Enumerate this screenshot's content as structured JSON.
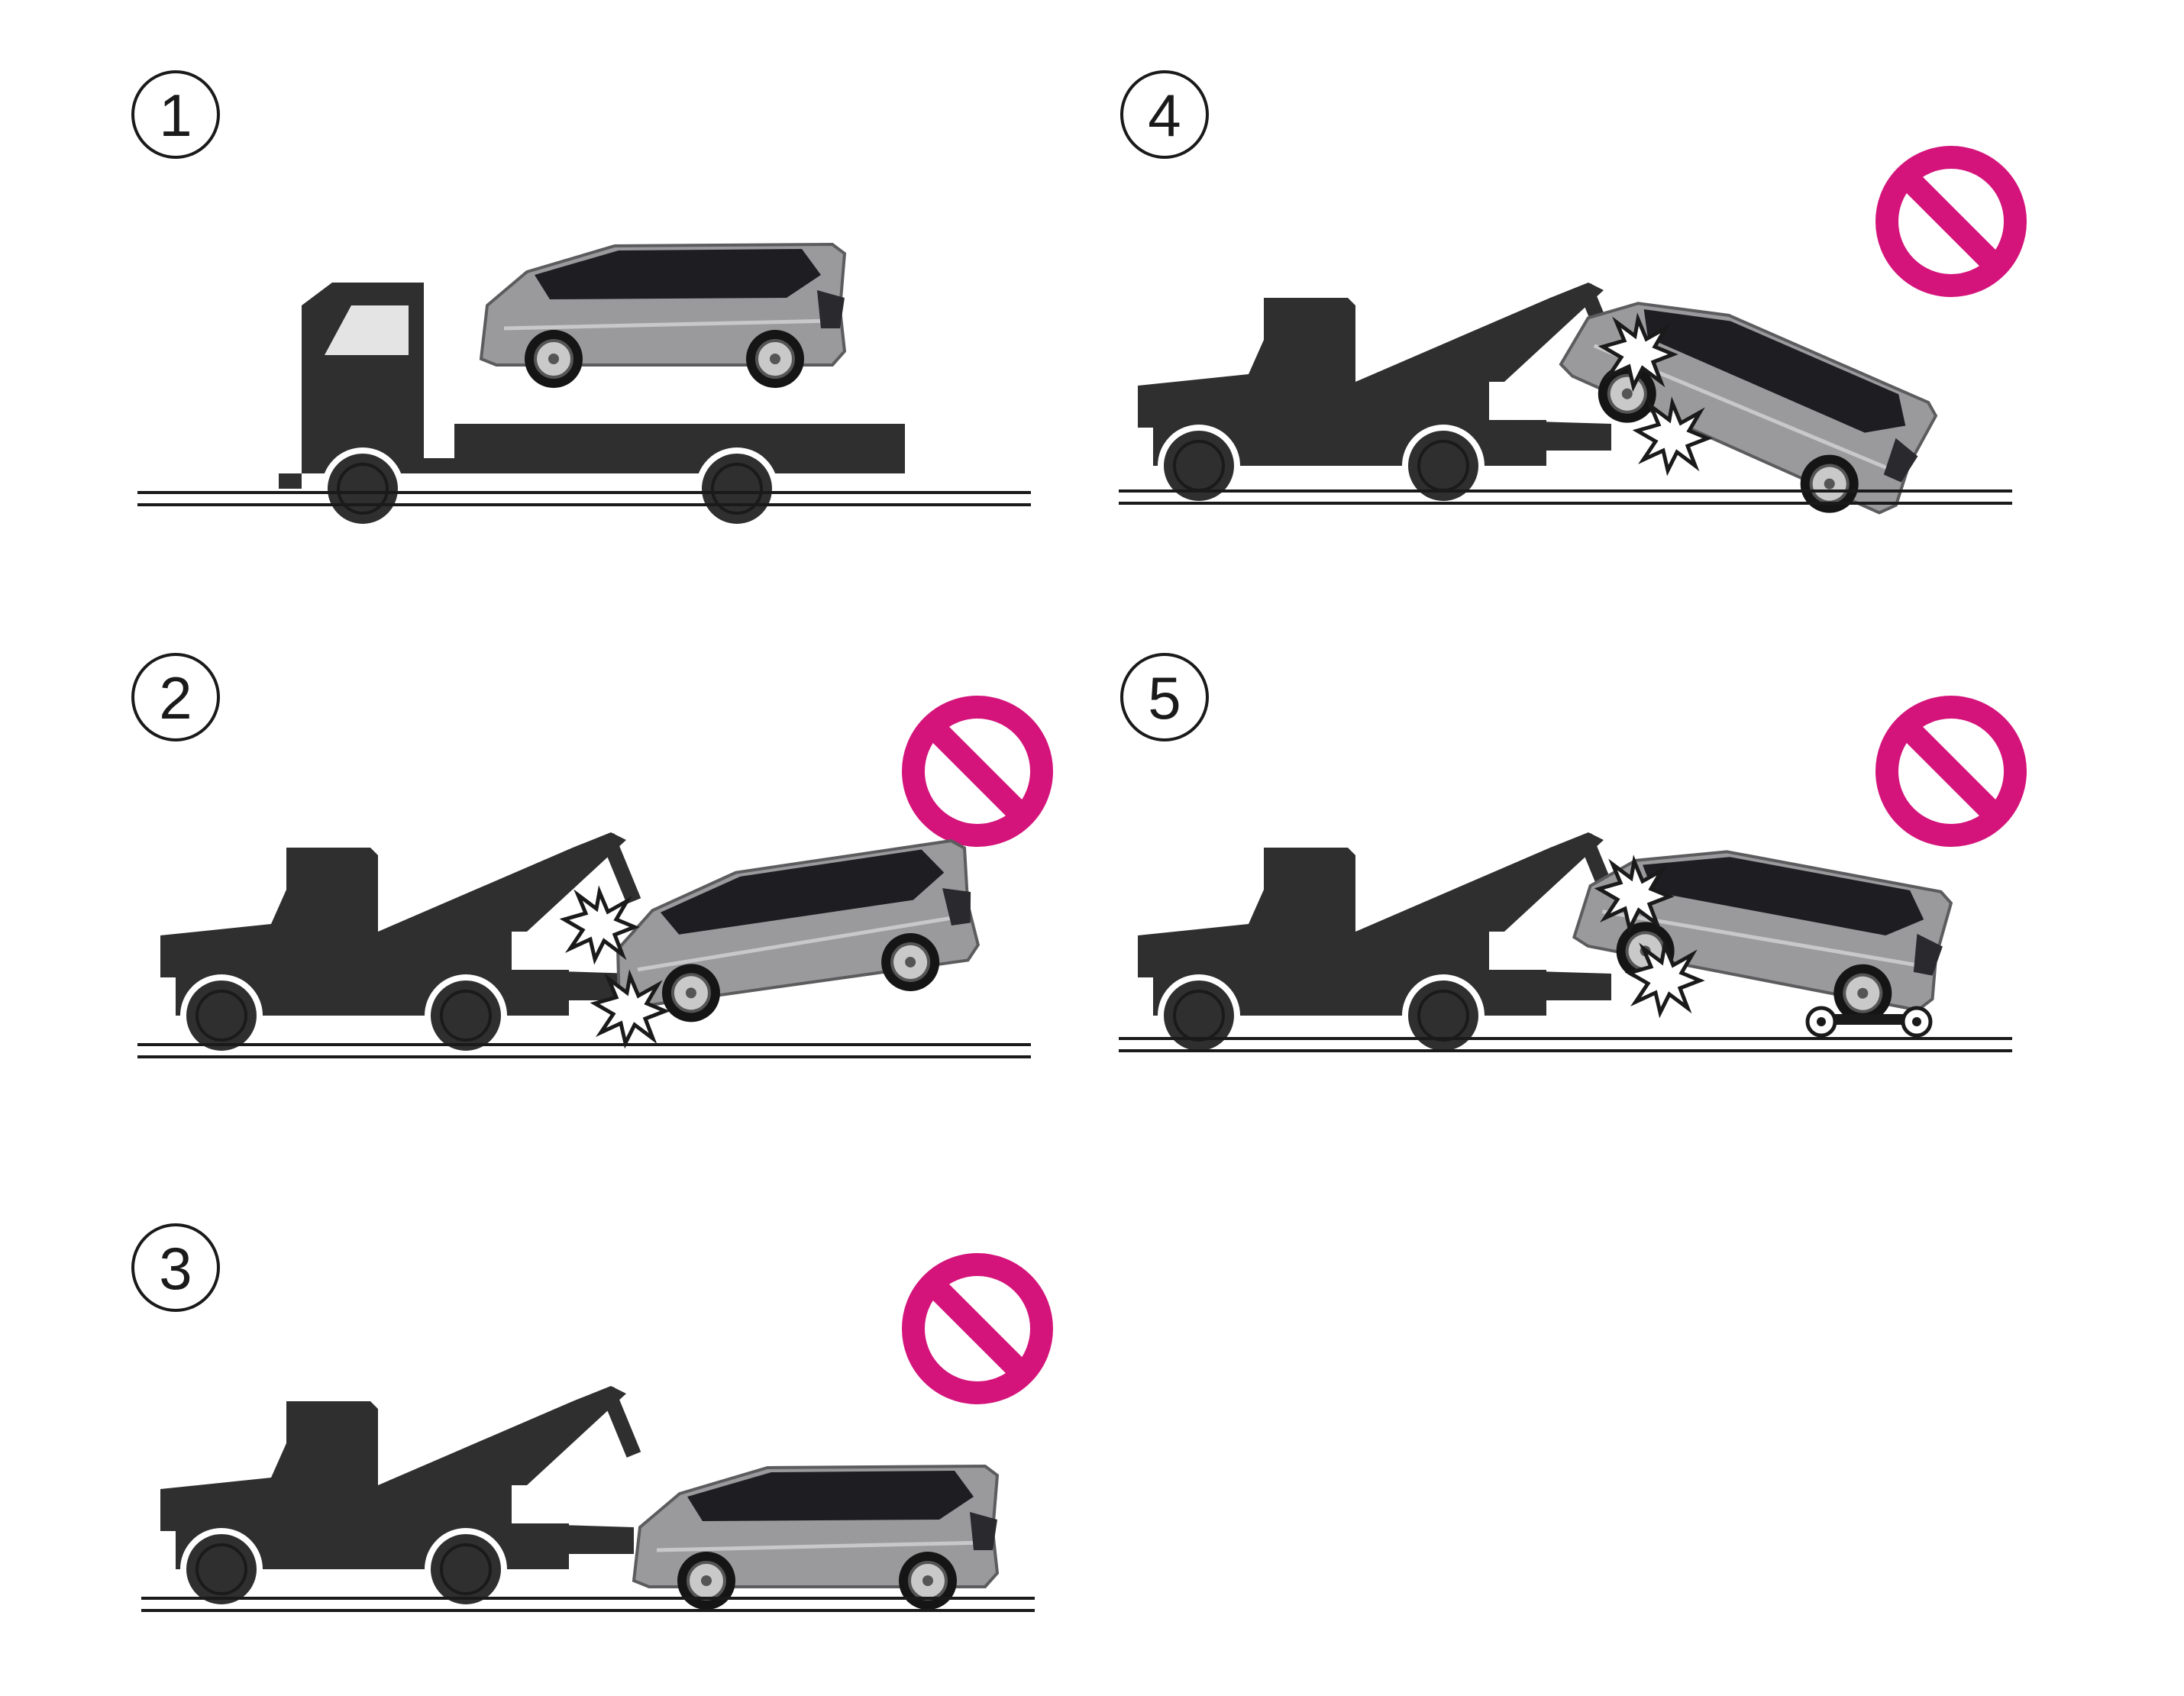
{
  "colors": {
    "truck": "#2f2f2f",
    "car_body": "#9a9a9c",
    "car_window": "#1e1e22",
    "tire": "#151515",
    "rim": "#c9c9c9",
    "prohibit": "#d4147a",
    "ground": "#1a1a1a",
    "impact_fill": "#ffffff",
    "impact_stroke": "#1a1a1a"
  },
  "icons": {
    "prohibit": "prohibited-sign-icon",
    "impact": "impact-burst-icon"
  },
  "panels": [
    {
      "id": "p1",
      "number": "1",
      "method": "flatbed",
      "prohibited": false
    },
    {
      "id": "p2",
      "number": "2",
      "method": "tow-front-lift-rear-on-ground",
      "prohibited": true
    },
    {
      "id": "p3",
      "number": "3",
      "method": "tow-all-wheels-on-ground",
      "prohibited": true
    },
    {
      "id": "p4",
      "number": "4",
      "method": "tow-rear-lift-front-on-ground",
      "prohibited": true
    },
    {
      "id": "p5",
      "number": "5",
      "method": "tow-rear-lift-front-on-dolly",
      "prohibited": true
    }
  ]
}
